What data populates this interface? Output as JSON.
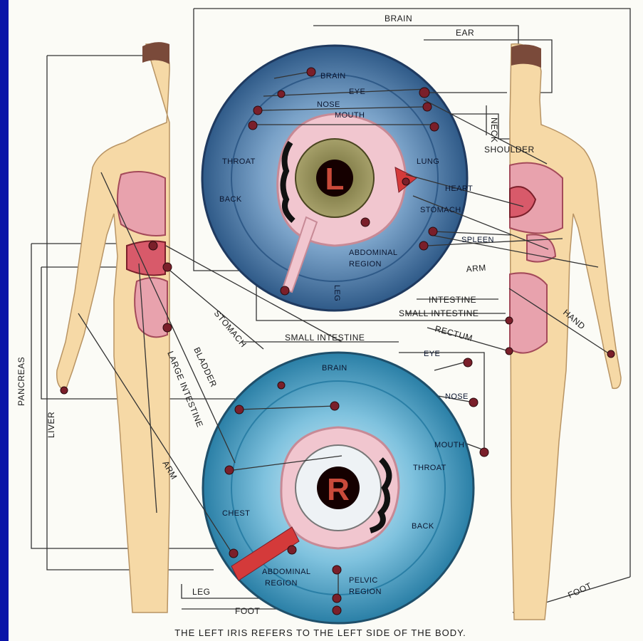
{
  "diagram": {
    "caption": "THE LEFT IRIS REFERS TO THE LEFT SIDE OF THE BODY.",
    "left_iris": {
      "letter": "L",
      "labels": {
        "brain": "BRAIN",
        "eye": "EYE",
        "nose": "NOSE",
        "mouth": "MOUTH",
        "throat": "THROAT",
        "back": "BACK",
        "lung": "LUNG",
        "heart": "HEART",
        "stomach": "STOMACH",
        "spleen": "SPLEEN",
        "abdominal": "ABDOMINAL",
        "region": "REGION",
        "leg": "LEG"
      }
    },
    "right_iris": {
      "letter": "R",
      "labels": {
        "brain": "BRAIN",
        "eye": "EYE",
        "nose": "NOSE",
        "mouth": "MOUTH",
        "throat": "THROAT",
        "back": "BACK",
        "chest": "CHEST",
        "abdominal": "ABDOMINAL",
        "region": "REGION",
        "pelvic": "PELVIC",
        "pelvic_region": "REGION"
      }
    },
    "outer_labels": {
      "brain_top": "BRAIN",
      "ear_top": "EAR",
      "shoulder": "SHOULDER",
      "arm_right": "ARM",
      "hand": "HAND",
      "intestine": "INTESTINE",
      "small_intestine": "SMALL INTESTINE",
      "rectum": "RECTUM",
      "small_intestine_mid": "SMALL INTESTINE",
      "pancreas": "PANCREAS",
      "liver": "LIVER",
      "stomach_mid": "STOMACH",
      "bladder": "BLADDER",
      "large_intestine": "LARGE INTESTINE",
      "arm_left": "ARM",
      "leg": "LEG",
      "foot": "FOOT",
      "foot_right": "FOOT",
      "neck": "NECK"
    },
    "colors": {
      "background": "#0a14a8",
      "panel": "#fbfbf6",
      "skin": "#f6d9a6",
      "organ": "#e8a2ad",
      "iris_left": "#6f9ac6",
      "iris_right": "#6fb7d6",
      "pupil_ring_left": "#8a8a4a",
      "accent_red": "#d43a3a"
    }
  }
}
